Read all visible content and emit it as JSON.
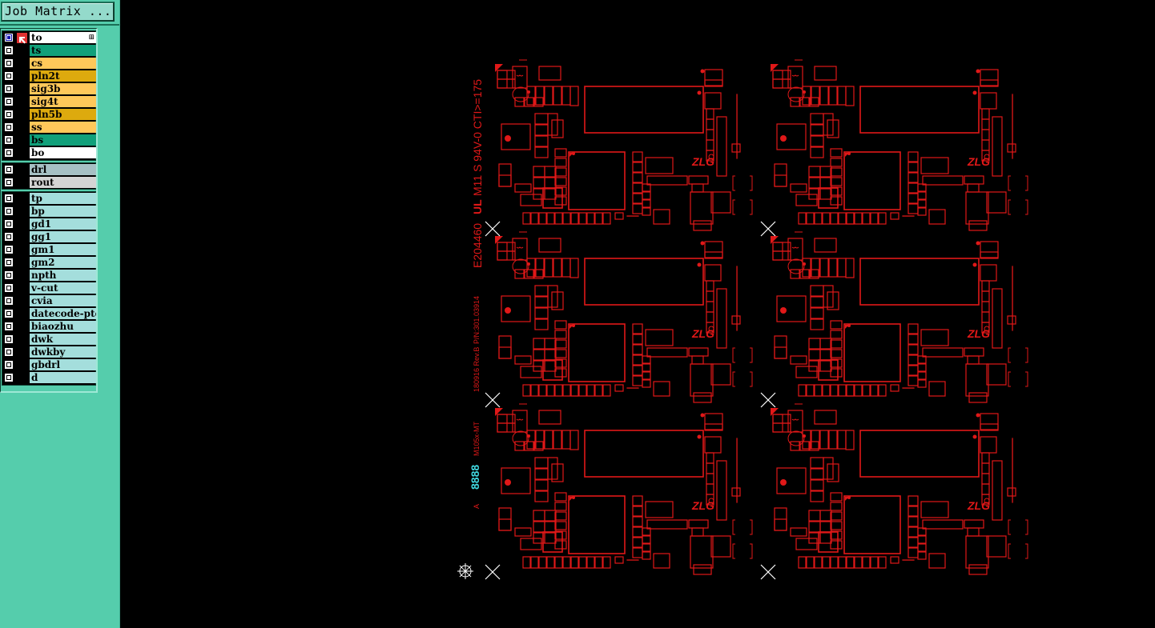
{
  "panel": {
    "title": "Job Matrix ...",
    "colors": {
      "panel_bg": "#55cdac",
      "signal_teal": "#11a07a",
      "signal_orange": "#ffc85a",
      "plane_gold": "#ddaa0e",
      "white": "#ffffff",
      "drill": "#a6c0c4",
      "rout": "#d4d4d4",
      "doc": "#a4dedc"
    },
    "groups": [
      {
        "name": "board-layers",
        "layers": [
          {
            "name": "to",
            "color": "#ffffff",
            "checked": true,
            "active": true,
            "expand": "⊞"
          },
          {
            "name": "ts",
            "color": "#11a07a",
            "checked": false
          },
          {
            "name": "cs",
            "color": "#ffc85a",
            "checked": false
          },
          {
            "name": "pln2t",
            "color": "#ddaa0e",
            "checked": false
          },
          {
            "name": "sig3b",
            "color": "#ffc85a",
            "checked": false
          },
          {
            "name": "sig4t",
            "color": "#ffc85a",
            "checked": false
          },
          {
            "name": "pln5b",
            "color": "#ddaa0e",
            "checked": false
          },
          {
            "name": "ss",
            "color": "#ffc85a",
            "checked": false
          },
          {
            "name": "bs",
            "color": "#11a07a",
            "checked": false
          },
          {
            "name": "bo",
            "color": "#ffffff",
            "checked": false
          }
        ]
      },
      {
        "name": "drill-layers",
        "layers": [
          {
            "name": "drl",
            "color": "#a6c0c4",
            "checked": false
          },
          {
            "name": "rout",
            "color": "#d4d4d4",
            "checked": false
          }
        ]
      },
      {
        "name": "misc-layers",
        "layers": [
          {
            "name": "tp",
            "color": "#a4dedc",
            "checked": false
          },
          {
            "name": "bp",
            "color": "#a4dedc",
            "checked": false
          },
          {
            "name": "gd1",
            "color": "#a4dedc",
            "checked": false
          },
          {
            "name": "gg1",
            "color": "#a4dedc",
            "checked": false
          },
          {
            "name": "gm1",
            "color": "#a4dedc",
            "checked": false
          },
          {
            "name": "gm2",
            "color": "#a4dedc",
            "checked": false
          },
          {
            "name": "npth",
            "color": "#a4dedc",
            "checked": false
          },
          {
            "name": "v-cut",
            "color": "#a4dedc",
            "checked": false
          },
          {
            "name": "cvia",
            "color": "#a4dedc",
            "checked": false
          },
          {
            "name": "datecode-pte",
            "color": "#a4dedc",
            "checked": false
          },
          {
            "name": "biaozhu",
            "color": "#a4dedc",
            "checked": false
          },
          {
            "name": "dwk",
            "color": "#a4dedc",
            "checked": false
          },
          {
            "name": "dwkby",
            "color": "#a4dedc",
            "checked": false
          },
          {
            "name": "gbdrl",
            "color": "#a4dedc",
            "checked": false
          },
          {
            "name": "d",
            "color": "#a4dedc",
            "checked": false
          }
        ]
      }
    ]
  },
  "canvas": {
    "layer_color": "#e01818",
    "marker_color": "#ffffff",
    "datecode_color": "#40d8e0",
    "panel_grid": {
      "columns": 2,
      "rows": 3
    },
    "board_logo": "ZLG",
    "side_texts": {
      "ul_marking": "E204460",
      "ul_logo": "UL",
      "rating": "M11 S 94V-0 CTI>=175",
      "part_number": "P/N:301.03914",
      "revision": "180916 Rev.B",
      "model": "M105x-MT",
      "datecode": "8888",
      "side_mark": "A"
    }
  }
}
